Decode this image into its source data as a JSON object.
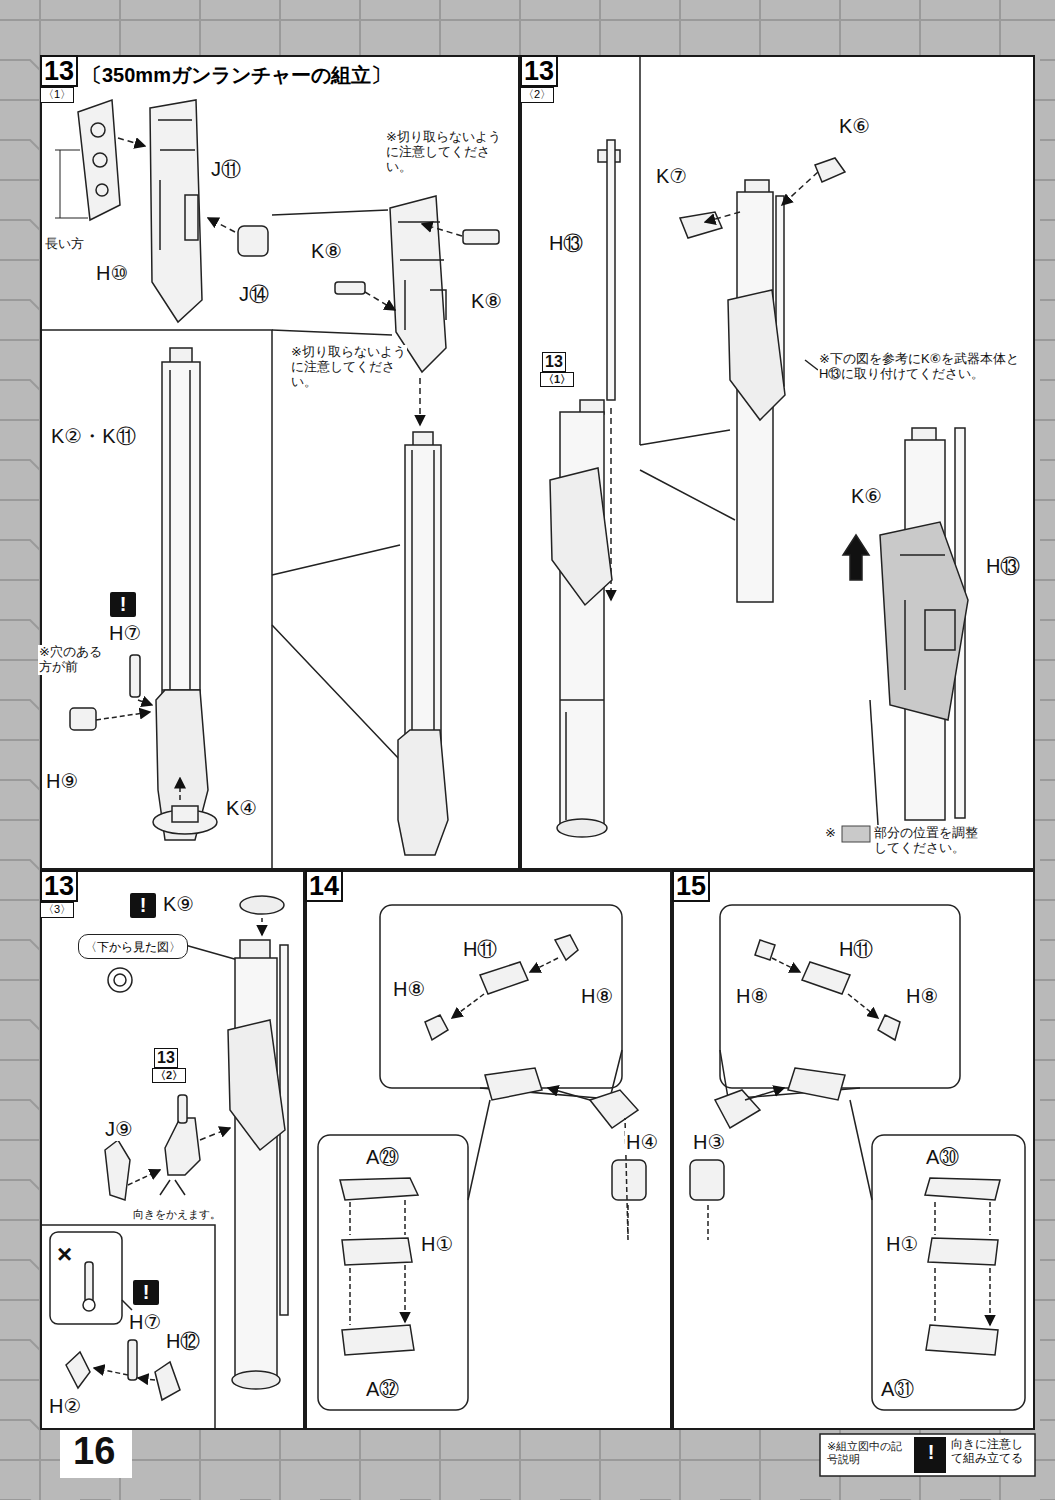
{
  "diagram": {
    "title": "〔350mmガンランチャーの組立〕",
    "nodes": [
      {
        "text": [
          "13",
          "〈1〉",
          "〔350mmガンランチャーの組立〕"
        ]
      },
      {
        "text": [
          "13",
          "〈2〉"
        ]
      },
      {
        "text": [
          "13",
          "〈3〉"
        ]
      },
      {
        "text": [
          "〈下から見た図〉"
        ],
        "in": 2
      },
      {
        "text": [
          "14"
        ]
      },
      {
        "text": [
          "15"
        ]
      }
    ],
    "labels": [
      "J⑪",
      "長い方",
      "H⑩",
      "J⑭",
      "※切り取らないように注意してください。",
      "K⑧",
      "K⑧",
      "※切り取らないように注意してください。",
      "K②・K⑪",
      "!",
      "H⑦",
      "※穴のある方が前",
      "H⑨",
      "K④",
      "H⑬",
      "13",
      "〈1〉",
      "K⑦",
      "K⑥",
      "※下の図を参考にK⑥を武器本体とH⑬に取り付けてください。",
      "K⑥",
      "H⑬",
      "※",
      "部分の位置を調整してください。",
      "!",
      "K⑨",
      "13",
      "〈2〉",
      "J⑨",
      "向きをかえます。",
      "×",
      "!",
      "H⑦",
      "H⑫",
      "H②",
      "H⑪",
      "H⑧",
      "H⑧",
      "H④",
      "A㉙",
      "H①",
      "A㉜",
      "H⑪",
      "H⑧",
      "H⑧",
      "H③",
      "A㉚",
      "H①",
      "A㉛",
      "16",
      "※組立図中の記号説明",
      "!"
    ],
    "legend": [
      {
        "text": "向きに注意して組み立てる"
      }
    ]
  }
}
